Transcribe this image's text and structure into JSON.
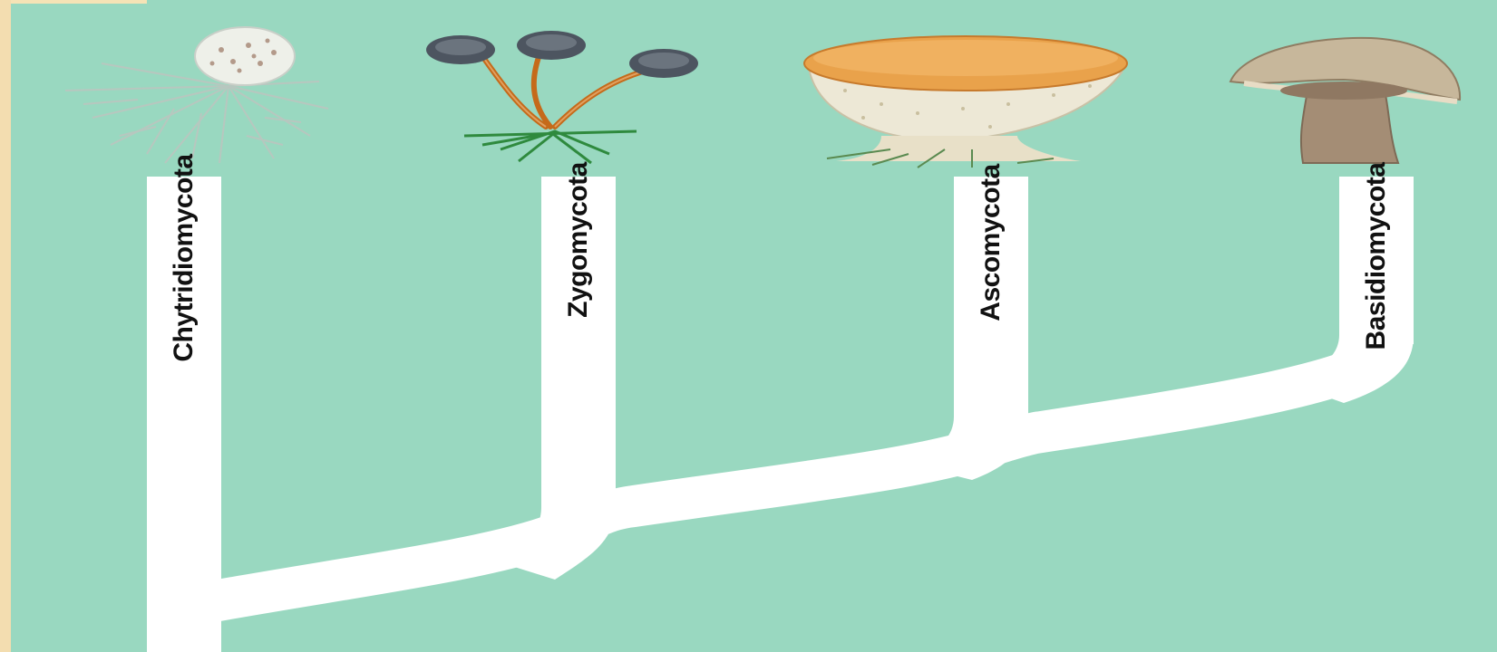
{
  "taxa": [
    {
      "id": "chytridiomycota",
      "label": "Chytridiomycota"
    },
    {
      "id": "zygomycota",
      "label": "Zygomycota"
    },
    {
      "id": "ascomycota",
      "label": "Ascomycota"
    },
    {
      "id": "basidiomycota",
      "label": "Basidiomycota"
    }
  ],
  "colors": {
    "background": "#99d8c0",
    "branch": "#ffffff",
    "frame": "#f3ddb0"
  },
  "icons": {
    "chytridiomycota": "chytrid-fungus-illustration",
    "zygomycota": "bread-mold-sporangia-illustration",
    "ascomycota": "cup-fungus-illustration",
    "basidiomycota": "mushroom-illustration"
  }
}
